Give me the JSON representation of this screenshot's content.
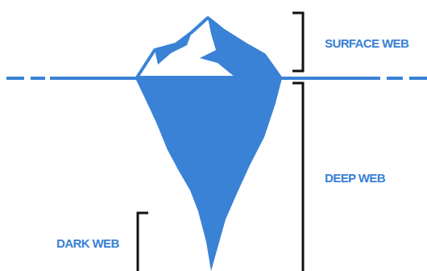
{
  "diagram": {
    "labels": [
      "SURFACE WEB",
      "DEEP WEB",
      "DARK WEB"
    ]
  }
}
